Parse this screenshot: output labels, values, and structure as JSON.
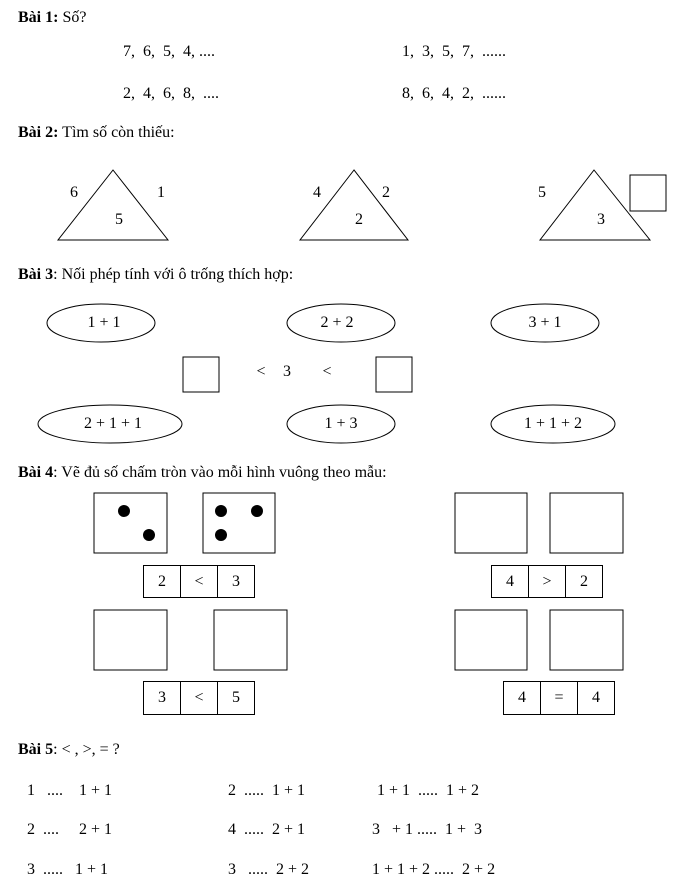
{
  "bai1": {
    "label": "Bài 1:",
    "title": "Số?",
    "rows": [
      "7,  6,  5,  4, ....",
      "1,  3,  5,  7,  ......",
      "2,  4,  6,  8,  ....",
      "8,  6,  4,  2,  ......"
    ]
  },
  "bai2": {
    "label": "Bài 2:",
    "title": "Tìm số còn thiếu:",
    "triangles": [
      {
        "left": "6",
        "right": "1",
        "center": "5"
      },
      {
        "left": "4",
        "right": "2",
        "center": "2"
      },
      {
        "left": "5",
        "right": "",
        "center": "3"
      }
    ]
  },
  "bai3": {
    "label": "Bài 3",
    "title": ": Nối phép tính với ô trống thích hợp:",
    "top": [
      "1 + 1",
      "2 + 2",
      "3 + 1"
    ],
    "bottom": [
      "2 + 1 + 1",
      "1 + 3",
      "1 + 1 + 2"
    ],
    "middle": [
      "<",
      "3",
      "<"
    ]
  },
  "bai4": {
    "label": "Bài 4",
    "title": ": Vẽ đủ số chấm tròn vào mỗi hình vuông theo mẫu:",
    "compare": [
      [
        "2",
        "<",
        "3"
      ],
      [
        "4",
        ">",
        "2"
      ],
      [
        "3",
        "<",
        "5"
      ],
      [
        "4",
        "=",
        "4"
      ]
    ]
  },
  "bai5": {
    "label": "Bài 5",
    "title": ": < , >, = ?",
    "items": [
      "1   ....    1 + 1",
      "2  .....  1 + 1",
      "1 + 1  .....  1 + 2",
      "2  ....     2 + 1",
      "4  .....  2 + 1",
      "3   + 1 .....  1 +  3",
      "3  .....   1 + 1",
      "3   .....  2 + 2",
      "1 + 1 + 2 .....  2 + 2"
    ]
  }
}
